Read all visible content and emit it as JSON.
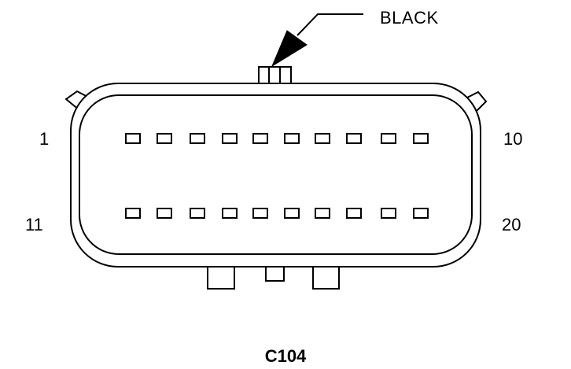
{
  "connector": {
    "id": "C104",
    "color": "BLACK",
    "pin_count": 20,
    "rows": 2,
    "pins_per_row": 10
  },
  "pin_labels": {
    "top_left": "1",
    "top_right": "10",
    "bottom_left": "11",
    "bottom_right": "20"
  },
  "colors": {
    "line": "#000000",
    "background": "#ffffff"
  }
}
